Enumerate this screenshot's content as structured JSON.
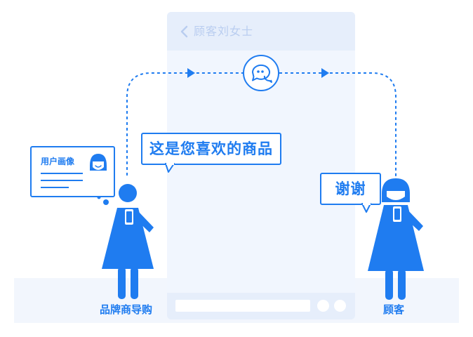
{
  "phone": {
    "title": "顾客刘女士"
  },
  "messages": {
    "guide_message": "这是您喜欢的商品",
    "customer_reply": "谢谢"
  },
  "profile_card": {
    "label": "用户画像"
  },
  "roles": {
    "guide": "品牌商导购",
    "customer": "顾客"
  },
  "icons": {
    "hub": "chat-bubble-icon",
    "back": "chevron-left-icon"
  },
  "colors": {
    "accent": "#1f7cf0",
    "phone_body": "#f1f6fe",
    "phone_bar": "#e6eefb",
    "floor": "#f2f6fd"
  }
}
